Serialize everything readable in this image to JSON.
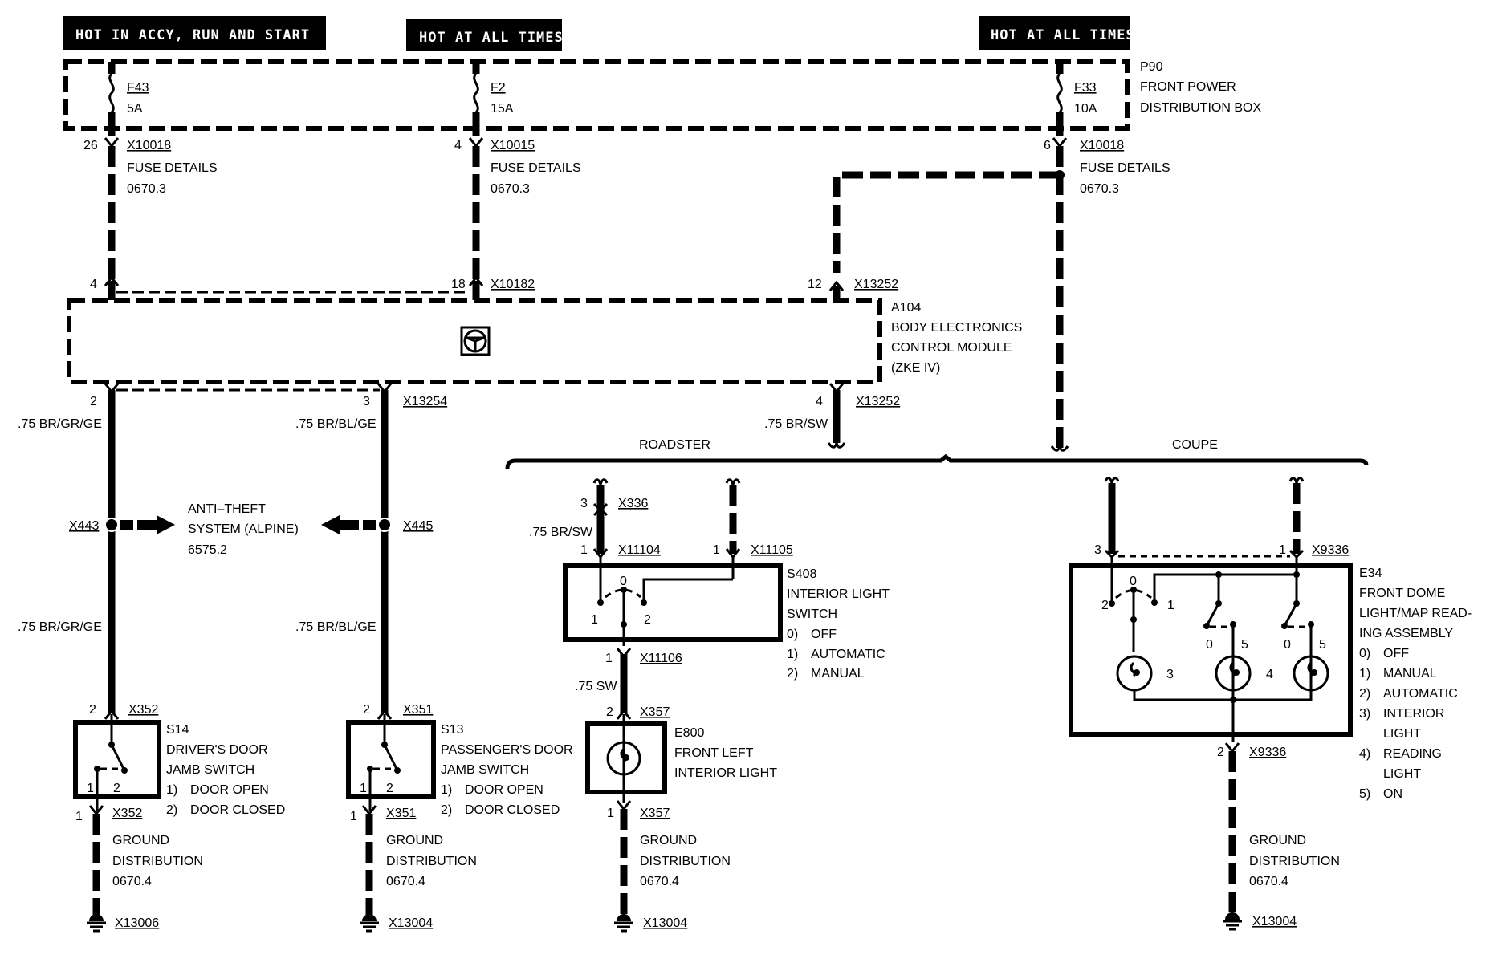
{
  "diagram": {
    "headers": [
      {
        "label": "HOT IN ACCY, RUN AND  START"
      },
      {
        "label": "HOT AT ALL TIMES"
      },
      {
        "label": "HOT AT ALL TIMES"
      }
    ],
    "power_box": {
      "id": "P90",
      "name_lines": [
        "FRONT POWER",
        "DISTRIBUTION BOX"
      ],
      "fuses": [
        {
          "id": "F43",
          "rating": "5A",
          "pin": "26",
          "connector": "X10018",
          "ref_lines": [
            "FUSE DETAILS",
            "0670.3"
          ]
        },
        {
          "id": "F2",
          "rating": "15A",
          "pin": "4",
          "connector": "X10015",
          "ref_lines": [
            "FUSE DETAILS",
            "0670.3"
          ]
        },
        {
          "id": "F33",
          "rating": "10A",
          "pin": "6",
          "connector": "X10018",
          "ref_lines": [
            "FUSE DETAILS",
            "0670.3"
          ]
        }
      ]
    },
    "module": {
      "id": "A104",
      "name_lines": [
        "BODY ELECTRONICS",
        "CONTROL MODULE",
        "(ZKE IV)"
      ],
      "icon": "steering-wheel-icon",
      "inputs": [
        {
          "pin": "4",
          "connector": ""
        },
        {
          "pin": "18",
          "connector": "X10182"
        },
        {
          "pin": "12",
          "connector": "X13252"
        }
      ],
      "outputs": [
        {
          "pin": "2",
          "connector": "",
          "wire": ".75 BR/GR/GE"
        },
        {
          "pin": "3",
          "connector": "X13254",
          "wire": ".75 BR/BL/GE"
        },
        {
          "pin": "4",
          "connector": "X13252",
          "wire": ".75 BR/SW"
        }
      ]
    },
    "anti_theft": {
      "left_splice": "X443",
      "right_splice": "X445",
      "lines": [
        "ANTI–THEFT",
        "SYSTEM (ALPINE)",
        "6575.2"
      ]
    },
    "left_wires": {
      "driver_wire": ".75 BR/GR/GE",
      "passenger_wire": ".75 BR/BL/GE"
    },
    "switches": [
      {
        "id": "S14",
        "name_lines": [
          "DRIVER'S DOOR",
          "JAMB SWITCH"
        ],
        "states": [
          {
            "n": "1)",
            "label": "DOOR OPEN"
          },
          {
            "n": "2)",
            "label": "DOOR CLOSED"
          }
        ],
        "top_pin": "2",
        "top_connector": "X352",
        "bottom_pin": "1",
        "bottom_connector": "X352",
        "contact_labels": [
          "1",
          "2"
        ],
        "ground_lines": [
          "GROUND",
          "DISTRIBUTION",
          "0670.4"
        ],
        "ground_id": "X13006"
      },
      {
        "id": "S13",
        "name_lines": [
          "PASSENGER'S DOOR",
          "JAMB SWITCH"
        ],
        "states": [
          {
            "n": "1)",
            "label": "DOOR OPEN"
          },
          {
            "n": "2)",
            "label": "DOOR CLOSED"
          }
        ],
        "top_pin": "2",
        "top_connector": "X351",
        "bottom_pin": "1",
        "bottom_connector": "X351",
        "contact_labels": [
          "1",
          "2"
        ],
        "ground_lines": [
          "GROUND",
          "DISTRIBUTION",
          "0670.4"
        ],
        "ground_id": "X13004"
      }
    ],
    "variants": {
      "left": "ROADSTER",
      "right": "COUPE"
    },
    "roadster": {
      "x336_pin": "3",
      "x336": "X336",
      "x336_wire": ".75 BR/SW",
      "x11104_pin": "1",
      "x11104": "X11104",
      "x11105_pin": "1",
      "x11105": "X11105",
      "switch": {
        "id": "S408",
        "name_lines": [
          "INTERIOR LIGHT",
          "SWITCH"
        ],
        "states": [
          {
            "n": "0)",
            "label": "OFF"
          },
          {
            "n": "1)",
            "label": "AUTOMATIC"
          },
          {
            "n": "2)",
            "label": "MANUAL"
          }
        ],
        "pos_labels": [
          "0",
          "1",
          "2"
        ]
      },
      "x11106_pin": "1",
      "x11106": "X11106",
      "x11106_wire": ".75 SW",
      "lamp": {
        "id": "E800",
        "name_lines": [
          "FRONT LEFT",
          "INTERIOR LIGHT"
        ],
        "top_pin": "2",
        "top_connector": "X357",
        "bottom_pin": "1",
        "bottom_connector": "X357"
      },
      "ground_lines": [
        "GROUND",
        "DISTRIBUTION",
        "0670.4"
      ],
      "ground_id": "X13004"
    },
    "coupe": {
      "left_pin": "3",
      "right_pin": "1",
      "connector": "X9336",
      "assembly": {
        "id": "E34",
        "name_lines": [
          "FRONT DOME",
          "LIGHT/MAP READ-",
          "ING ASSEMBLY"
        ],
        "legend": [
          {
            "n": "0)",
            "label": "OFF"
          },
          {
            "n": "1)",
            "label": "MANUAL"
          },
          {
            "n": "2)",
            "label": "AUTOMATIC"
          },
          {
            "n": "3)",
            "label": "INTERIOR"
          },
          {
            "n": "",
            "label": "LIGHT"
          },
          {
            "n": "4)",
            "label": "READING"
          },
          {
            "n": "",
            "label": "LIGHT"
          },
          {
            "n": "5)",
            "label": "ON"
          }
        ],
        "internal_labels": {
          "sw_0": "0",
          "sw_1": "1",
          "sw_2": "2",
          "lamp3": "3",
          "lamp4": "4",
          "r1_0": "0",
          "r1_5": "5",
          "r2_0": "0",
          "r2_5": "5"
        }
      },
      "bottom_pin": "2",
      "bottom_connector": "X9336",
      "ground_lines": [
        "GROUND",
        "DISTRIBUTION",
        "0670.4"
      ],
      "ground_id": "X13004"
    }
  }
}
